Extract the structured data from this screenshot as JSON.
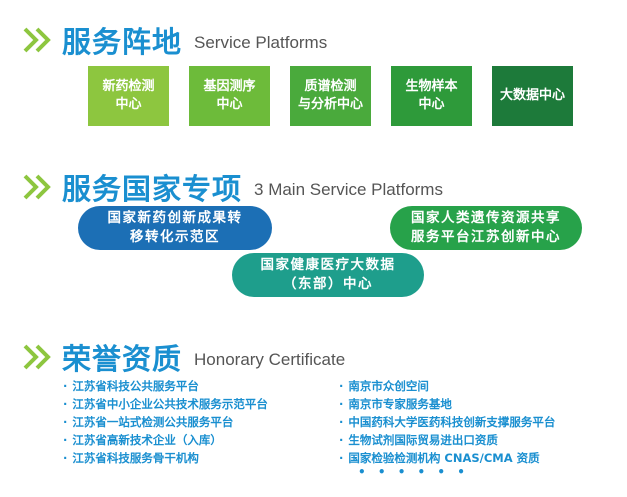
{
  "sections": {
    "platforms": {
      "cn": "服务阵地",
      "en": "Service Platforms"
    },
    "projects": {
      "cn": "服务国家专项",
      "en": "3 Main Service Platforms"
    },
    "honors": {
      "cn": "荣誉资质",
      "en": "Honorary Certificate"
    }
  },
  "platform_boxes": [
    {
      "label": "新药检测\n中心",
      "color": "#8dc63f"
    },
    {
      "label": "基因测序\n中心",
      "color": "#6dbb3a"
    },
    {
      "label": "质谱检测\n与分析中心",
      "color": "#4aaa3c"
    },
    {
      "label": "生物样本\n中心",
      "color": "#2e9a3a"
    },
    {
      "label": "大数据中心",
      "color": "#1d7a3a"
    }
  ],
  "project_pills": [
    {
      "label": "国家新药创新成果转\n移转化示范区",
      "color": "#1c6fb5"
    },
    {
      "label": "国家人类遗传资源共享\n服务平台江苏创新中心",
      "color": "#27a24a"
    },
    {
      "label": "国家健康医疗大数据\n（东部）中心",
      "color": "#1e9e8c"
    }
  ],
  "honors_left": [
    "江苏省科技公共服务平台",
    "江苏省中小企业公共技术服务示范平台",
    "江苏省一站式检测公共服务平台",
    "江苏省高新技术企业（入库）",
    "江苏省科技服务骨干机构"
  ],
  "honors_right": [
    "南京市众创空间",
    "南京市专家服务基地",
    "中国药科大学医药科技创新支撑服务平台",
    "生物试剂国际贸易进出口资质",
    "国家检验检测机构 CNAS/CMA 资质"
  ],
  "bullet": "·",
  "more_dots": "• • • • • •",
  "colors": {
    "heading": "#1a8fd0",
    "chevron": "#8dc63f",
    "subtitle": "#555555"
  },
  "icons": {
    "section_marker": "double-chevron-right-icon"
  }
}
